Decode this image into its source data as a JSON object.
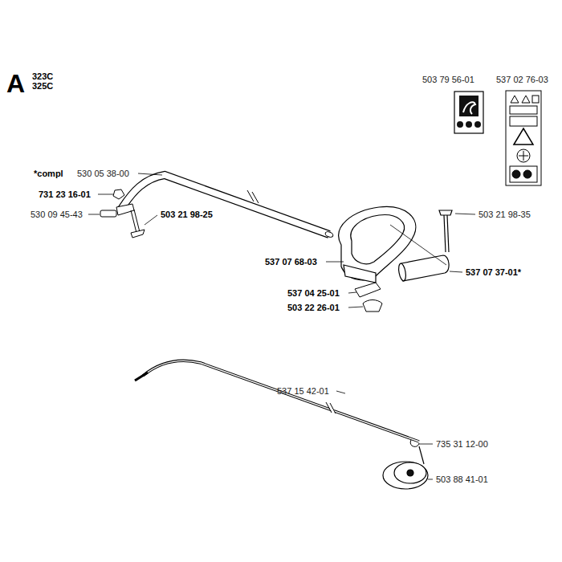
{
  "diagram": {
    "labels": [
      "A",
      "323C",
      "325C",
      "503 79 56-01",
      "537 02 76-03",
      "*compl",
      "530 05 38-00",
      "731 23 16-01",
      "530 09 45-43",
      "503 21 98-25",
      "503 21 98-35",
      "537 07 68-03",
      "537 04 25-01",
      "503 22 26-01",
      "537 07 37-01*",
      "537 15 42-01",
      "735 31 12-00",
      "503 88 41-01"
    ]
  }
}
